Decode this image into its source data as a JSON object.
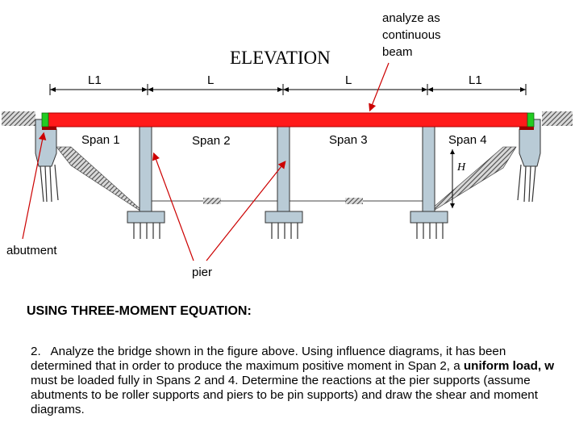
{
  "figure": {
    "title": "ELEVATION",
    "dims": {
      "left": "L1",
      "mid_left": "L",
      "mid_right": "L",
      "right": "L1"
    },
    "spans": [
      "Span 1",
      "Span 2",
      "Span 3",
      "Span 4"
    ],
    "height_label": "H",
    "callouts": {
      "beam": [
        "analyze as",
        "continuous",
        "beam"
      ],
      "abutment": "abutment",
      "pier": "pier"
    },
    "colors": {
      "deck": "#ff1a1a",
      "bearing": "#22cc22",
      "support": "#b9cbd6",
      "arrow": "#cc0000"
    }
  },
  "section": {
    "heading": "USING THREE-MOMENT EQUATION:",
    "problem": {
      "number": "2.",
      "text_1": "Analyze the bridge shown in the figure above. Using influence diagrams, it has been determined that in order to produce the maximum positive moment in Span 2, a ",
      "bold_1": "uniform load, w",
      "text_2": " must be loaded fully in Spans 2 and 4. Determine the reactions at the pier supports (assume abutments to be roller supports and piers to be pin supports) and draw the shear and moment diagrams."
    }
  }
}
